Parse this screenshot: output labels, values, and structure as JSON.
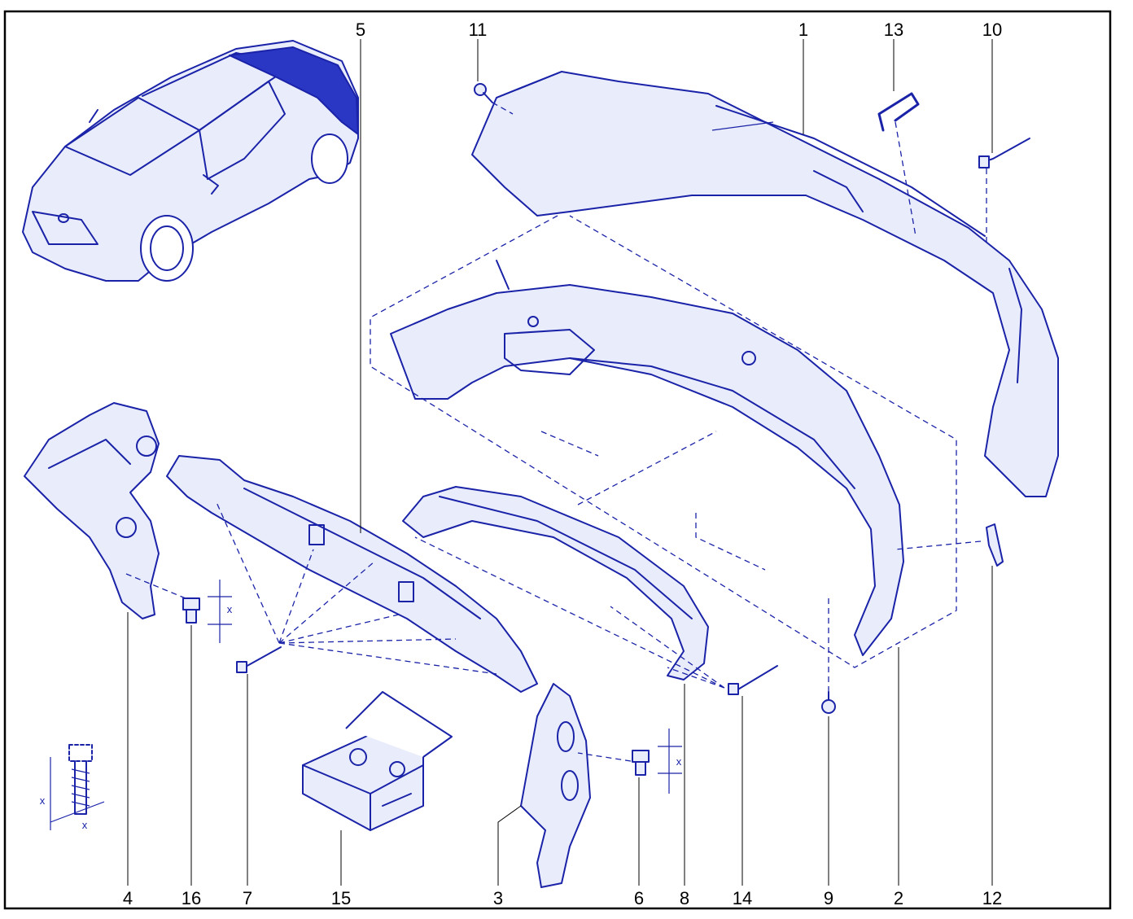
{
  "callouts": {
    "c1": "1",
    "c2": "2",
    "c3": "3",
    "c4": "4",
    "c5": "5",
    "c6": "6",
    "c7": "7",
    "c8": "8",
    "c9": "9",
    "c10": "10",
    "c11": "11",
    "c12": "12",
    "c13": "13",
    "c14": "14",
    "c15": "15",
    "c16": "16"
  },
  "dims": {
    "x_16": "x",
    "x_6": "x",
    "x_bolt_v": "x",
    "x_bolt_h": "x"
  },
  "colors": {
    "ink": "#1a23a8",
    "fill": "#e9ecfb",
    "frame": "#000000"
  }
}
